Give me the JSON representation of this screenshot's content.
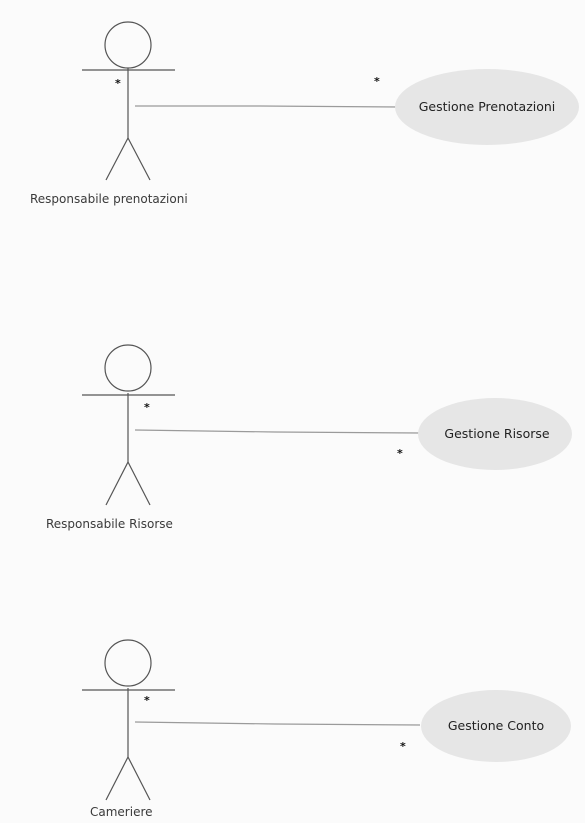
{
  "diagram": {
    "groups": [
      {
        "actor": {
          "label": "Responsabile prenotazioni"
        },
        "use_case": {
          "label": "Gestione Prenotazioni"
        },
        "association": {
          "actor_multiplicity": "*",
          "usecase_multiplicity": "*"
        }
      },
      {
        "actor": {
          "label": "Responsabile Risorse"
        },
        "use_case": {
          "label": "Gestione Risorse"
        },
        "association": {
          "actor_multiplicity": "*",
          "usecase_multiplicity": "*"
        }
      },
      {
        "actor": {
          "label": "Cameriere"
        },
        "use_case": {
          "label": "Gestione Conto"
        },
        "association": {
          "actor_multiplicity": "*",
          "usecase_multiplicity": "*"
        }
      }
    ]
  },
  "colors": {
    "background": "#fbfbfb",
    "stroke": "#555555",
    "line": "#9a9a9a",
    "usecase_fill": "#e6e6e6"
  }
}
